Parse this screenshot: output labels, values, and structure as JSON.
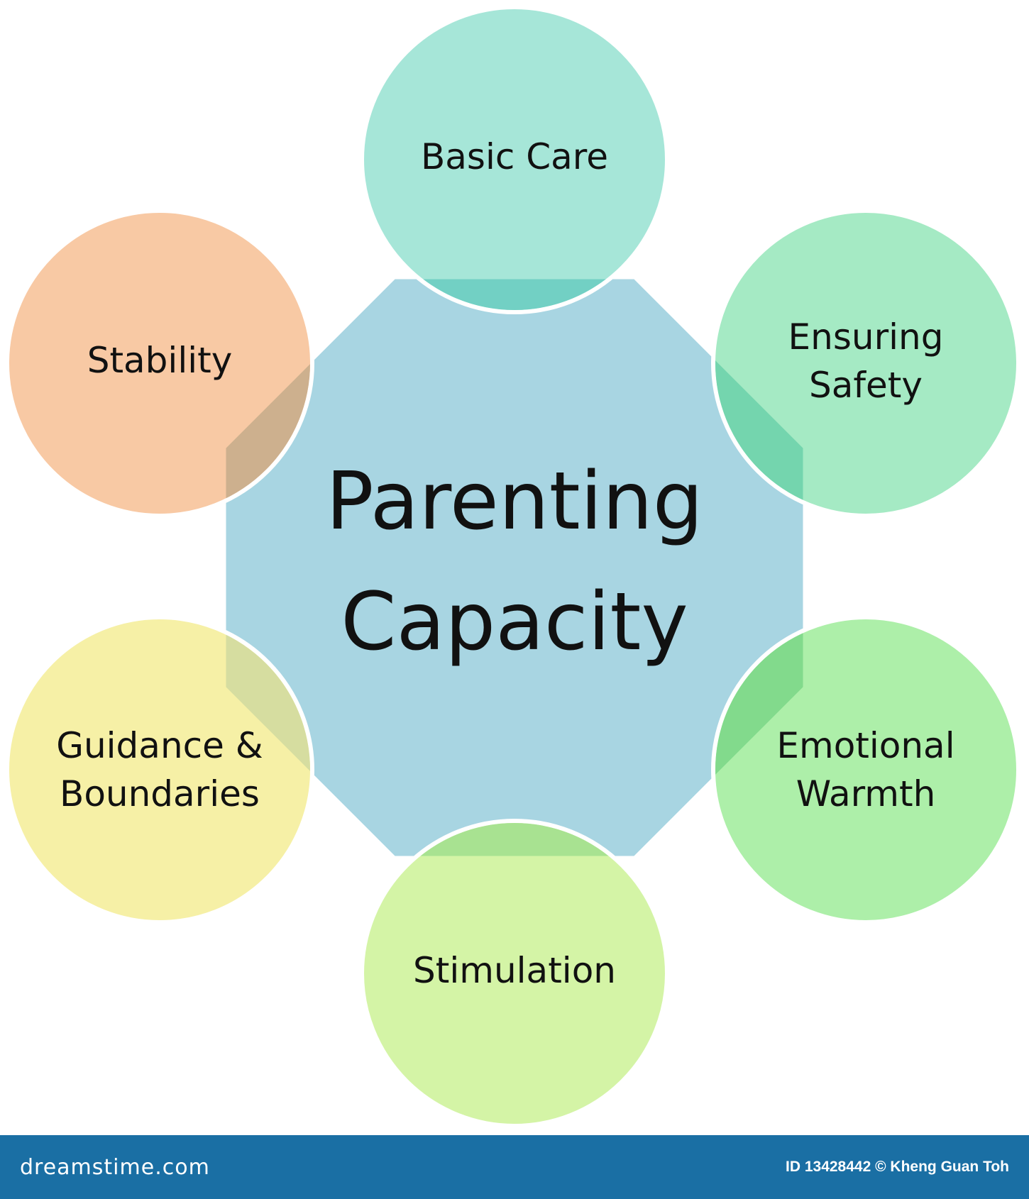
{
  "diagram": {
    "center": {
      "line1": "Parenting",
      "line2": "Capacity",
      "color": "#a8d5e2"
    },
    "nodes": [
      {
        "id": "basic-care",
        "lines": [
          "Basic Care"
        ],
        "color": "#a6e6d8",
        "overlap_color": "#72d0c4"
      },
      {
        "id": "ensuring-safety",
        "lines": [
          "Ensuring",
          "Safety"
        ],
        "color": "#a5eac4",
        "overlap_color": "#74d5ae"
      },
      {
        "id": "emotional-warmth",
        "lines": [
          "Emotional",
          "Warmth"
        ],
        "color": "#adefa9",
        "overlap_color": "#82da8c"
      },
      {
        "id": "stimulation",
        "lines": [
          "Stimulation"
        ],
        "color": "#d4f4a6",
        "overlap_color": "#a8e291"
      },
      {
        "id": "guidance-boundaries",
        "lines": [
          "Guidance &",
          "Boundaries"
        ],
        "color": "#f6f0a6",
        "overlap_color": "#d6dda0"
      },
      {
        "id": "stability",
        "lines": [
          "Stability"
        ],
        "color": "#f8c9a4",
        "overlap_color": "#cdb08e"
      }
    ]
  },
  "watermark": {
    "site_logo": "dreamstime.com",
    "credit": "ID 13428442 © Kheng Guan Toh"
  }
}
